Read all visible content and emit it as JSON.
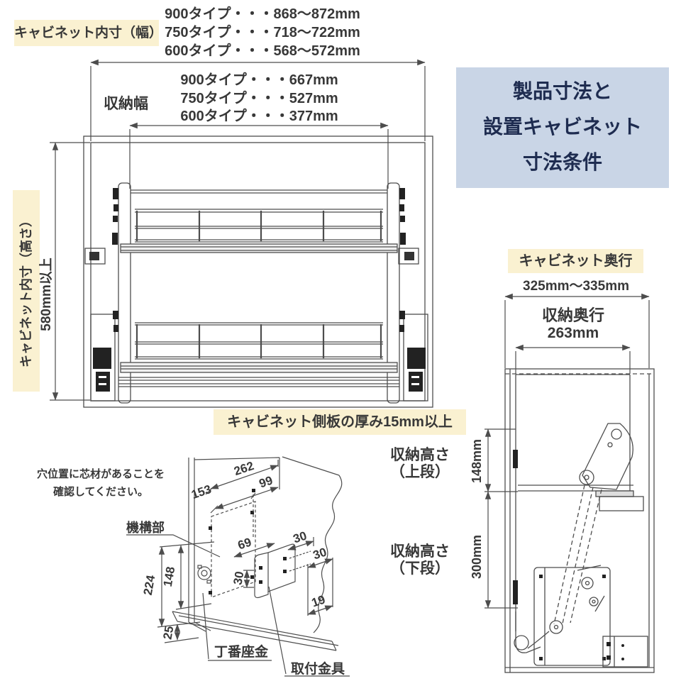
{
  "title_box": {
    "line1": "製品寸法と",
    "line2": "設置キャビネット",
    "line3": "寸法条件",
    "bg_color": "#c9d5e6",
    "text_color": "#1e2c50"
  },
  "top_section": {
    "cabinet_inner_width_label": "キャビネット内寸（幅）",
    "inner_width_dims": [
      "900タイプ・・・868〜872mm",
      "750タイプ・・・718〜722mm",
      "600タイプ・・・568〜572mm"
    ],
    "storage_width_label": "収納幅",
    "storage_width_dims": [
      "900タイプ・・・667mm",
      "750タイプ・・・527mm",
      "600タイプ・・・377mm"
    ]
  },
  "left_section": {
    "cabinet_inner_height_label": "キャビネット内寸（高さ）",
    "height_min": "580mm以上"
  },
  "front_note": "キャビネット側板の厚み15mm以上",
  "right_section": {
    "cabinet_depth_label": "キャビネット奥行",
    "depth_range": "325mm〜335mm",
    "storage_depth_label": "収納奥行",
    "storage_depth_value": "263mm",
    "upper_label_line1": "収納高さ",
    "upper_label_line2": "（上段）",
    "upper_value": "148mm",
    "lower_label_line1": "収納高さ",
    "lower_label_line2": "（下段）",
    "lower_value": "300mm"
  },
  "detail_section": {
    "note_line1": "穴位置に芯材があることを",
    "note_line2": "確認してください。",
    "mechanism_label": "機構部",
    "hinge_plate_label": "丁番座金",
    "bracket_label": "取付金具",
    "dims": {
      "overall": "262",
      "front": "153",
      "back": "99",
      "bracket_offset": "69",
      "pitch_a": "30",
      "pitch_b": "30",
      "pitch_vertical": "30",
      "edge": "19",
      "height_overall": "224",
      "height_inner": "148",
      "bottom_thickness": "25"
    }
  },
  "colors": {
    "highlight": "#faf1d1",
    "title_bg": "#c9d5e6",
    "title_text": "#1e2c50",
    "line": "#4d4d4d",
    "text": "#383838"
  }
}
